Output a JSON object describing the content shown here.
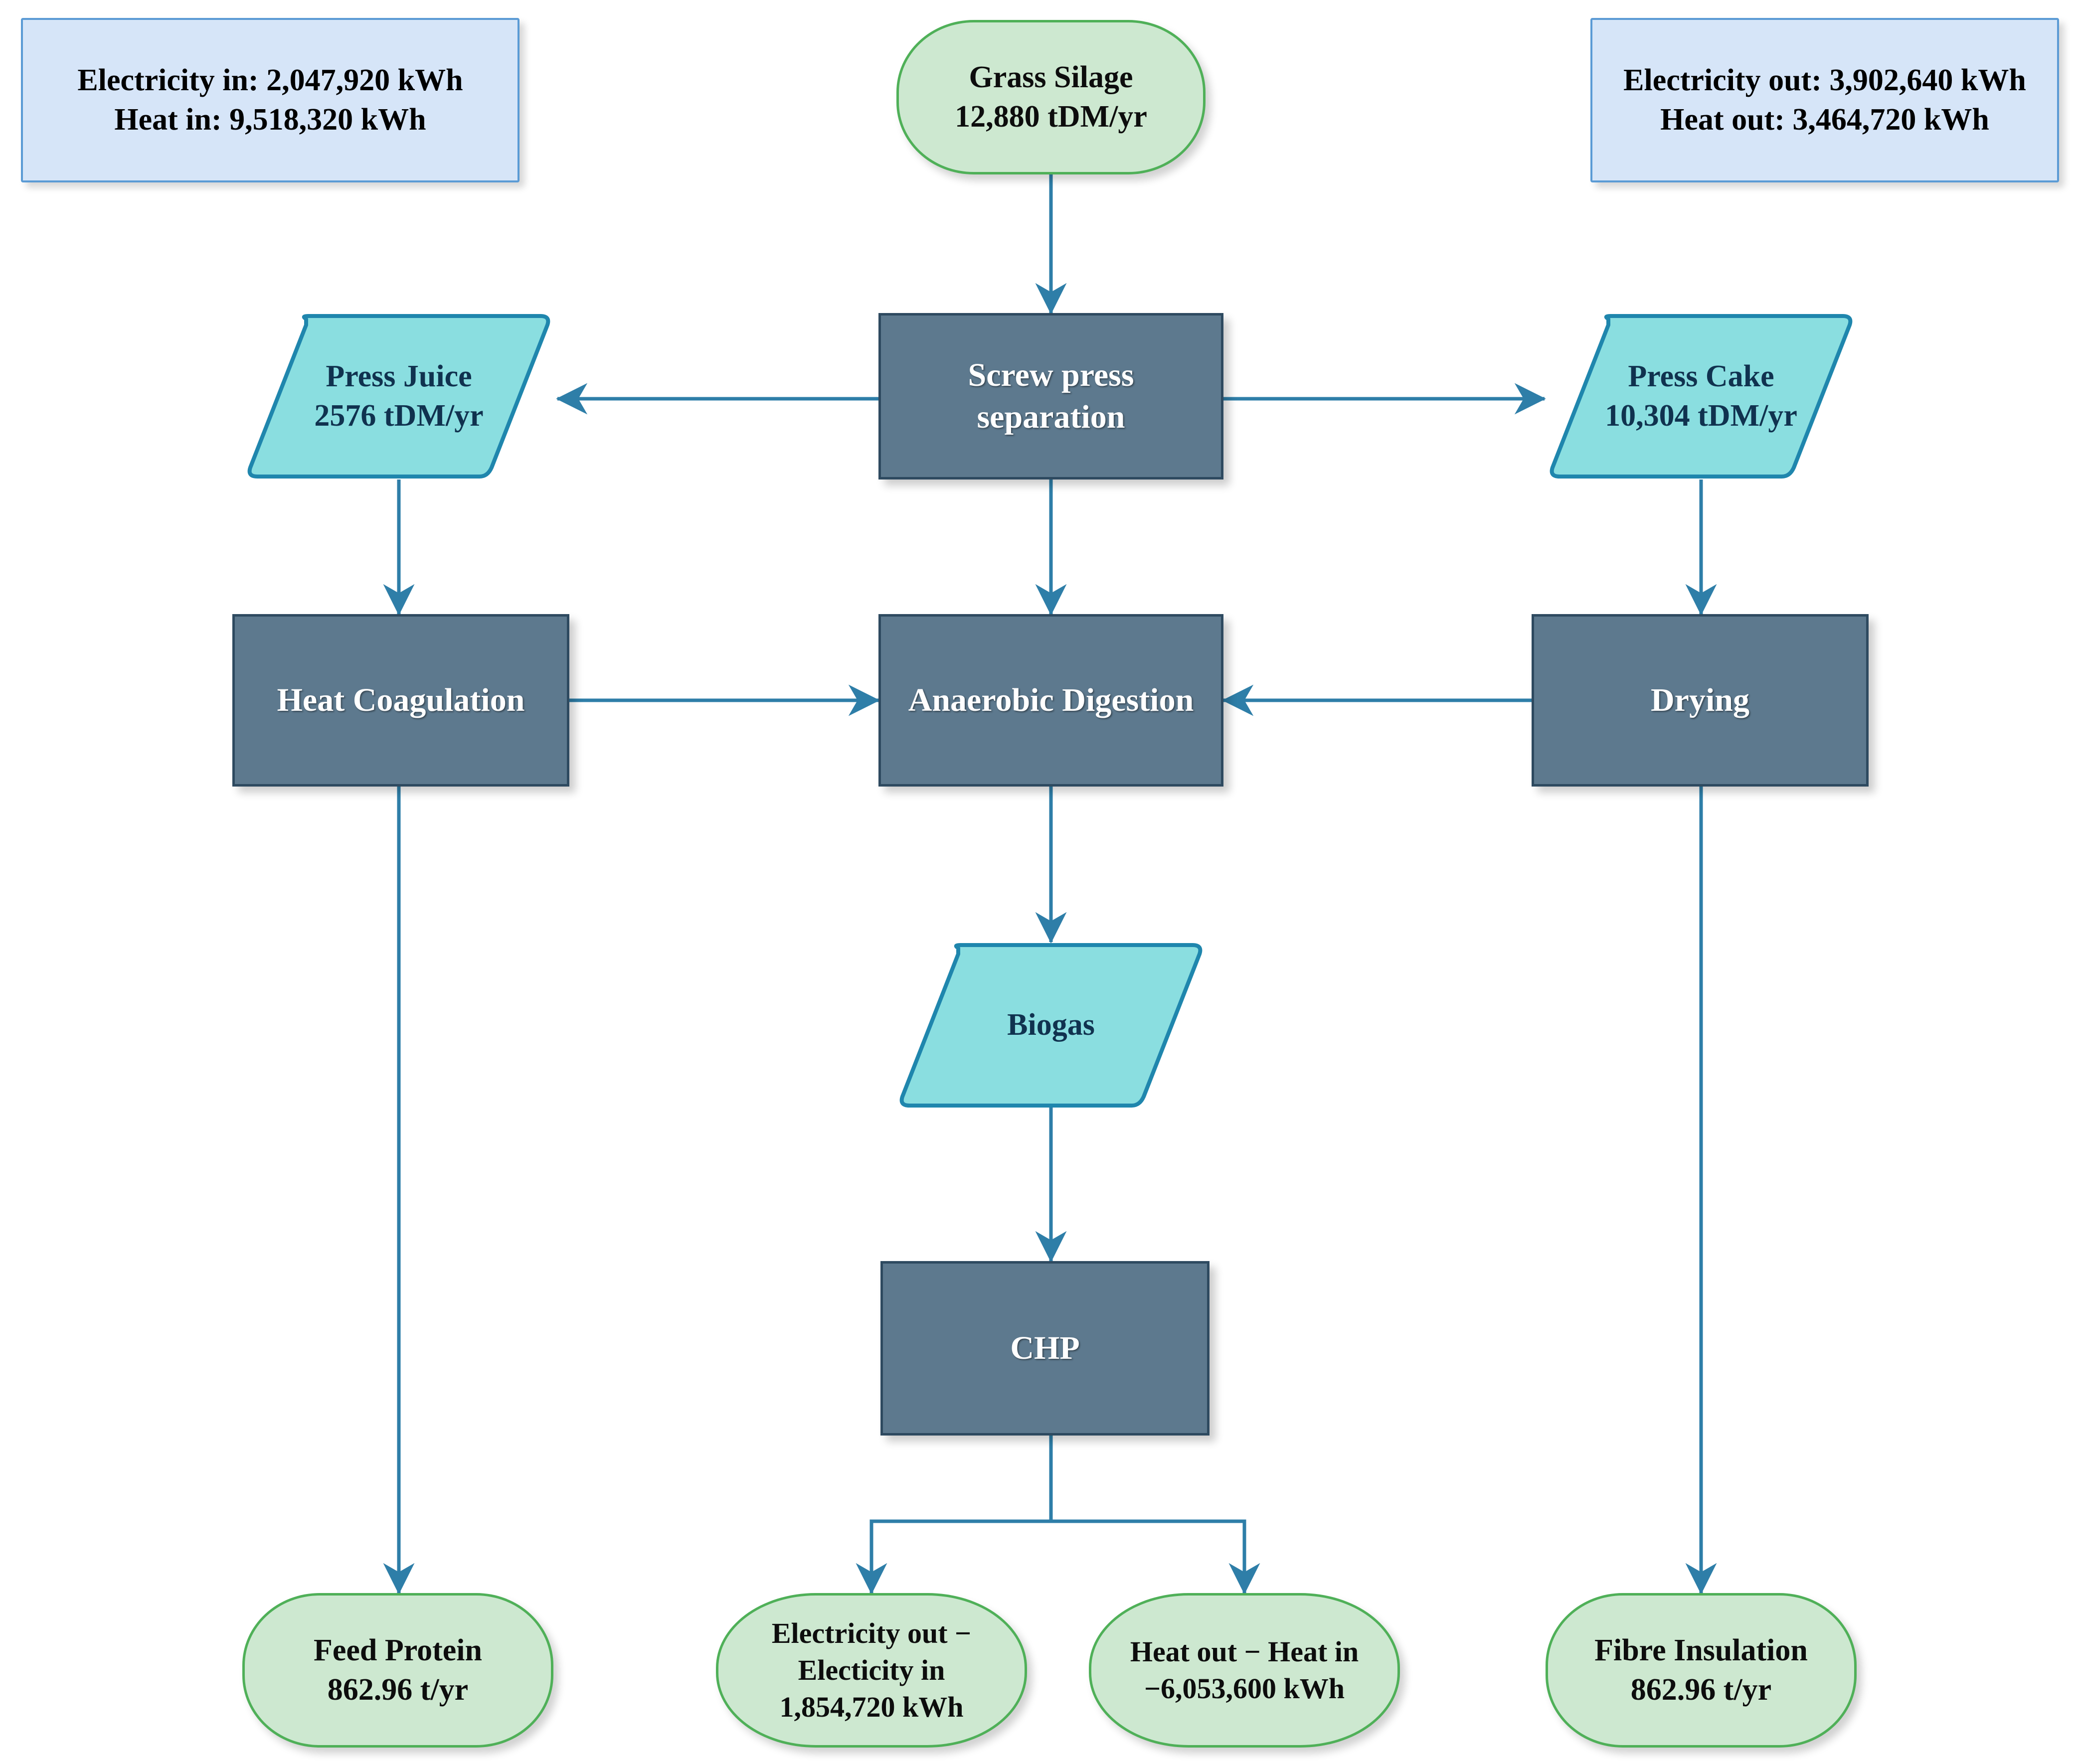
{
  "diagram": {
    "title": "Grass biorefinery process flow diagram",
    "palette": {
      "process_fill": "#5d798e",
      "process_stroke": "#2e4a60",
      "process_text": "#ffffff",
      "data_fill": "#8adee0",
      "data_stroke": "#1f86ad",
      "data_text": "#10324f",
      "terminator_fill": "#cde8d0",
      "terminator_stroke": "#4fb058",
      "info_fill": "#d6e5f8",
      "info_stroke": "#5b9bd5",
      "connector": "#2e7ea8",
      "background": "#ffffff"
    },
    "nodes": {
      "energy_in": {
        "kind": "info-box",
        "text": "Electricity in: 2,047,920 kWh\nHeat in: 9,518,320 kWh"
      },
      "energy_out": {
        "kind": "info-box",
        "text": "Electricity out: 3,902,640 kWh\nHeat out: 3,464,720 kWh"
      },
      "grass_silage": {
        "kind": "terminator",
        "text": "Grass Silage\n12,880 tDM/yr"
      },
      "screw_press": {
        "kind": "process",
        "text": "Screw press\nseparation"
      },
      "press_juice": {
        "kind": "data",
        "text": "Press Juice\n2576 tDM/yr"
      },
      "press_cake": {
        "kind": "data",
        "text": "Press Cake\n10,304 tDM/yr"
      },
      "heat_coagulation": {
        "kind": "process",
        "text": "Heat Coagulation"
      },
      "anaerobic_digestion": {
        "kind": "process",
        "text": "Anaerobic Digestion"
      },
      "drying": {
        "kind": "process",
        "text": "Drying"
      },
      "biogas": {
        "kind": "data",
        "text": "Biogas"
      },
      "chp": {
        "kind": "process",
        "text": "CHP"
      },
      "feed_protein": {
        "kind": "terminator",
        "text": "Feed Protein\n862.96 t/yr"
      },
      "electricity_balance": {
        "kind": "terminator",
        "text": "Electricity out −\nElecticity in\n1,854,720 kWh"
      },
      "heat_balance": {
        "kind": "terminator",
        "text": "Heat out − Heat in\n−6,053,600 kWh"
      },
      "fibre_insulation": {
        "kind": "terminator",
        "text": "Fibre Insulation\n862.96 t/yr"
      }
    },
    "edges": [
      {
        "from": "grass_silage",
        "to": "screw_press",
        "direction": "down"
      },
      {
        "from": "screw_press",
        "to": "press_juice",
        "direction": "left"
      },
      {
        "from": "screw_press",
        "to": "press_cake",
        "direction": "right"
      },
      {
        "from": "screw_press",
        "to": "anaerobic_digestion",
        "direction": "down"
      },
      {
        "from": "press_juice",
        "to": "heat_coagulation",
        "direction": "down"
      },
      {
        "from": "press_cake",
        "to": "drying",
        "direction": "down"
      },
      {
        "from": "heat_coagulation",
        "to": "anaerobic_digestion",
        "direction": "right"
      },
      {
        "from": "drying",
        "to": "anaerobic_digestion",
        "direction": "left"
      },
      {
        "from": "heat_coagulation",
        "to": "feed_protein",
        "direction": "down"
      },
      {
        "from": "drying",
        "to": "fibre_insulation",
        "direction": "down"
      },
      {
        "from": "anaerobic_digestion",
        "to": "biogas",
        "direction": "down"
      },
      {
        "from": "biogas",
        "to": "chp",
        "direction": "down"
      },
      {
        "from": "chp",
        "to": "electricity_balance",
        "direction": "down-split-left"
      },
      {
        "from": "chp",
        "to": "heat_balance",
        "direction": "down-split-right"
      }
    ]
  }
}
